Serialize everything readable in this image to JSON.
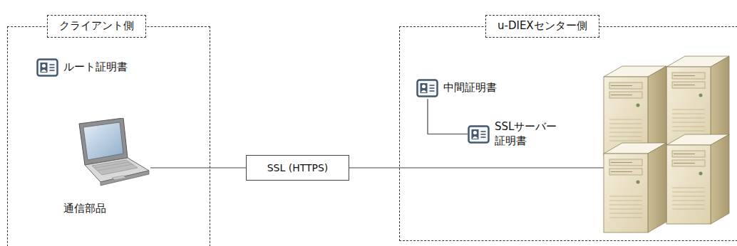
{
  "diagram": {
    "nodes": [
      {
        "text": [
          "クライアント側"
        ]
      },
      {
        "text": [
          "ルート証明書"
        ],
        "in": 0
      },
      {
        "text": [
          "通信部品"
        ],
        "in": 0
      },
      {
        "text": [
          "SSL (HTTPS)"
        ]
      },
      {
        "text": [
          "u-DIEXセンター側"
        ]
      },
      {
        "text": [
          "中間証明書"
        ],
        "in": 4
      },
      {
        "text": [
          "SSLサーバー 証明書"
        ],
        "in": 4
      }
    ],
    "edges": [
      {
        "from": 2,
        "to": 3,
        "arrow": "none"
      },
      {
        "from": 3,
        "to": 4,
        "arrow": "none"
      },
      {
        "from": 5,
        "to": 6,
        "arrow": "none"
      }
    ]
  }
}
